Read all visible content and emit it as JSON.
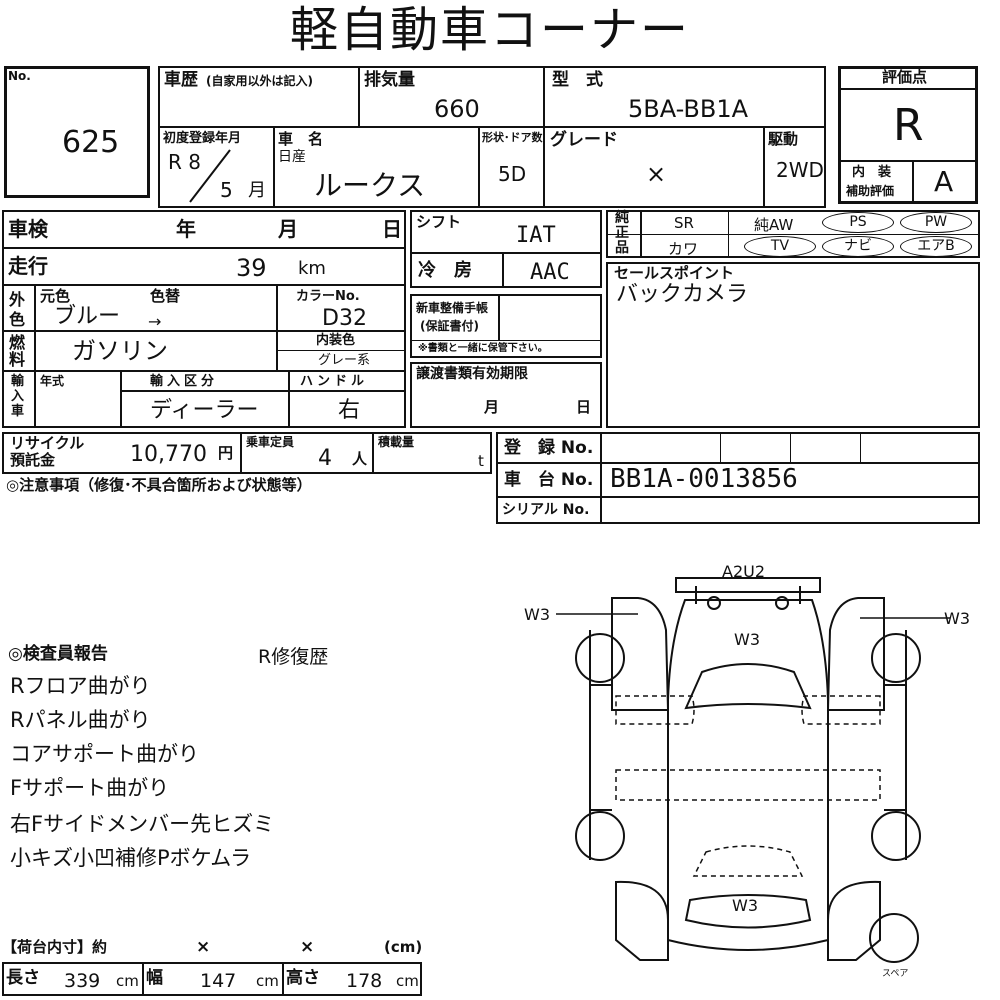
{
  "title": "軽自動車コーナー",
  "lot": {
    "label": "No.",
    "number": "625"
  },
  "history": {
    "label": "車歴",
    "note": "(自家用以外は記入)"
  },
  "displacement": {
    "label": "排気量",
    "value": "660"
  },
  "model_type": {
    "label": "型　式",
    "value": "5BA-BB1A"
  },
  "grade_score": {
    "label": "評価点",
    "value": "R"
  },
  "interior_score": {
    "label1": "内　装",
    "label2": "補助評価",
    "value": "A"
  },
  "first_reg": {
    "label": "初度登録年月",
    "era": "R 8",
    "month": "5",
    "month_unit": "月"
  },
  "car_name": {
    "label": "車　名",
    "maker": "日産",
    "value": "ルークス"
  },
  "doors": {
    "label": "形状･ドア数",
    "value": "5D"
  },
  "grade": {
    "label": "グレード",
    "value": "×"
  },
  "drive": {
    "label": "駆動",
    "value": "2WD"
  },
  "inspection": {
    "label": "車検",
    "year": "年",
    "month": "月",
    "day": "日"
  },
  "shift": {
    "label": "シフト",
    "value": "IAT"
  },
  "equipment": {
    "label": "純正品",
    "items": [
      "SR",
      "純AW",
      "PS",
      "PW",
      "カワ",
      "TV",
      "ナビ",
      "エアB"
    ]
  },
  "mileage": {
    "label": "走行",
    "value": "39",
    "unit": "km"
  },
  "aircon": {
    "label": "冷　房",
    "value": "AAC"
  },
  "sales_point": {
    "label": "セールスポイント",
    "value": "バックカメラ"
  },
  "exterior": {
    "label": "外色",
    "original_label": "元色",
    "repaint_label": "色替",
    "original": "ブルー",
    "arrow": "→",
    "color_no_label": "カラーNo.",
    "color_no": "D32"
  },
  "maintenance": {
    "label1": "新車整備手帳",
    "label2": "(保証書付)",
    "note": "※書類と一緒に保管下さい。"
  },
  "fuel": {
    "label": "燃料",
    "value": "ガソリン",
    "interior_color_label": "内装色",
    "interior_color": "グレー系"
  },
  "import": {
    "label": "輸入車",
    "year_label": "年式",
    "class_label": "輸入区分",
    "class_value": "ディーラー",
    "handle_label": "ハンドル",
    "handle_value": "右"
  },
  "transfer": {
    "label": "譲渡書類有効期限",
    "month": "月",
    "day": "日"
  },
  "recycle": {
    "label1": "リサイクル",
    "label2": "預託金",
    "value": "10,770",
    "unit": "円"
  },
  "capacity": {
    "label": "乗車定員",
    "value": "4",
    "unit": "人"
  },
  "load": {
    "label": "積載量",
    "unit": "t"
  },
  "registration": {
    "label": "登　録 No.",
    "value": ""
  },
  "chassis": {
    "label": "車　台 No.",
    "value": "BB1A-0013856"
  },
  "serial": {
    "label": "シリアル No.",
    "value": ""
  },
  "notes_label": "◎注意事項（修復･不具合箇所および状態等）",
  "inspector": {
    "label": "◎検査員報告",
    "repair_history": "R修復歴",
    "lines": [
      "Rフロア曲がり",
      "Rパネル曲がり",
      "コアサポート曲がり",
      "Fサポート曲がり",
      "右Fサイドメンバー先ヒズミ",
      "小キズ小凹補修Pボケムラ"
    ]
  },
  "diagram": {
    "front": "A2U2",
    "left_door": "W3",
    "right_door": "W3",
    "hood": "W3",
    "rear": "W3",
    "spare": "スペア"
  },
  "cargo": {
    "label": "【荷台内寸】約",
    "x1": "×",
    "x2": "×",
    "unit_paren": "(cm)",
    "length_label": "長さ",
    "length": "339",
    "width_label": "幅",
    "width": "147",
    "height_label": "高さ",
    "height": "178",
    "unit": "cm"
  }
}
